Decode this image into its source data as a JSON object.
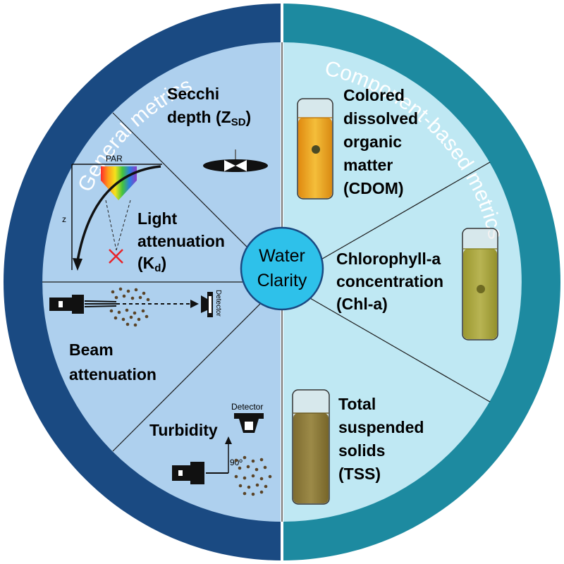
{
  "title_left": "General metrics",
  "title_right": "Component-based metrics",
  "center": {
    "line1": "Water",
    "line2": "Clarity"
  },
  "general": {
    "secchi": {
      "line1": "Secchi",
      "line2_prefix": "depth (Z",
      "line2_sub": "SD",
      "line2_suffix": ")"
    },
    "light": {
      "line1": "Light",
      "line2": "attenuation",
      "line3_prefix": "(K",
      "line3_sub": "d",
      "line3_suffix": ")",
      "par_label": "PAR",
      "z_label": "z"
    },
    "beam": {
      "line1": "Beam",
      "line2": "attenuation",
      "detector_label": "Detector"
    },
    "turbidity": {
      "label": "Turbidity",
      "detector_label": "Detector",
      "angle_label": "90º"
    }
  },
  "component": {
    "cdom": {
      "lines": [
        "Colored",
        "dissolved",
        "organic",
        "matter",
        "(CDOM)"
      ]
    },
    "chla": {
      "lines": [
        "Chlorophyll-a",
        "concentration",
        "(Chl-a)"
      ]
    },
    "tss": {
      "lines": [
        "Total",
        "suspended",
        "solids",
        "(TSS)"
      ]
    }
  },
  "colors": {
    "left_ring": "#1a4a82",
    "right_ring": "#1d8aa0",
    "left_fill": "#aed0ee",
    "right_fill": "#bfe8f3",
    "center": "#2ec1ea",
    "cdom_liquid": "#e8a21c",
    "chla_liquid": "#a6a23c",
    "tss_liquid": "#8d7b3a"
  }
}
